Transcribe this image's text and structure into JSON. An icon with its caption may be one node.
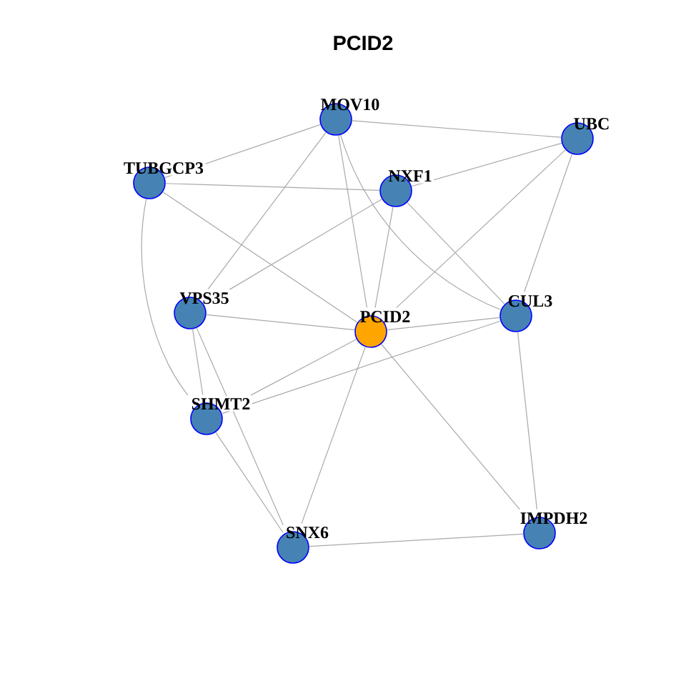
{
  "diagram": {
    "title": "PCID2",
    "nodes": [
      {
        "text": [
          "MOV10"
        ]
      },
      {
        "text": [
          "UBC"
        ]
      },
      {
        "text": [
          "TUBGCP3"
        ]
      },
      {
        "text": [
          "NXF1"
        ]
      },
      {
        "text": [
          "VPS35"
        ]
      },
      {
        "text": [
          "PCID2"
        ]
      },
      {
        "text": [
          "CUL3"
        ]
      },
      {
        "text": [
          "SHMT2"
        ]
      },
      {
        "text": [
          "SNX6"
        ]
      },
      {
        "text": [
          "IMPDH2"
        ]
      }
    ],
    "edges": [
      {
        "from": 0,
        "to": 1,
        "arrow": "none"
      },
      {
        "from": 0,
        "to": 2,
        "arrow": "none"
      },
      {
        "from": 0,
        "to": 6,
        "arrow": "none"
      },
      {
        "from": 0,
        "to": 4,
        "arrow": "none"
      },
      {
        "from": 0,
        "to": 5,
        "arrow": "none"
      },
      {
        "from": 2,
        "to": 3,
        "arrow": "none"
      },
      {
        "from": 2,
        "to": 5,
        "arrow": "none"
      },
      {
        "from": 2,
        "to": 7,
        "arrow": "none"
      },
      {
        "from": 3,
        "to": 1,
        "arrow": "none"
      },
      {
        "from": 3,
        "to": 4,
        "arrow": "none"
      },
      {
        "from": 3,
        "to": 5,
        "arrow": "none"
      },
      {
        "from": 3,
        "to": 6,
        "arrow": "none"
      },
      {
        "from": 1,
        "to": 5,
        "arrow": "none"
      },
      {
        "from": 1,
        "to": 6,
        "arrow": "none"
      },
      {
        "from": 4,
        "to": 5,
        "arrow": "none"
      },
      {
        "from": 4,
        "to": 7,
        "arrow": "none"
      },
      {
        "from": 4,
        "to": 8,
        "arrow": "none"
      },
      {
        "from": 5,
        "to": 6,
        "arrow": "none"
      },
      {
        "from": 5,
        "to": 7,
        "arrow": "none"
      },
      {
        "from": 5,
        "to": 8,
        "arrow": "none"
      },
      {
        "from": 5,
        "to": 9,
        "arrow": "none"
      },
      {
        "from": 6,
        "to": 7,
        "arrow": "none"
      },
      {
        "from": 6,
        "to": 9,
        "arrow": "none"
      },
      {
        "from": 7,
        "to": 8,
        "arrow": "none"
      },
      {
        "from": 8,
        "to": 9,
        "arrow": "none"
      }
    ]
  }
}
